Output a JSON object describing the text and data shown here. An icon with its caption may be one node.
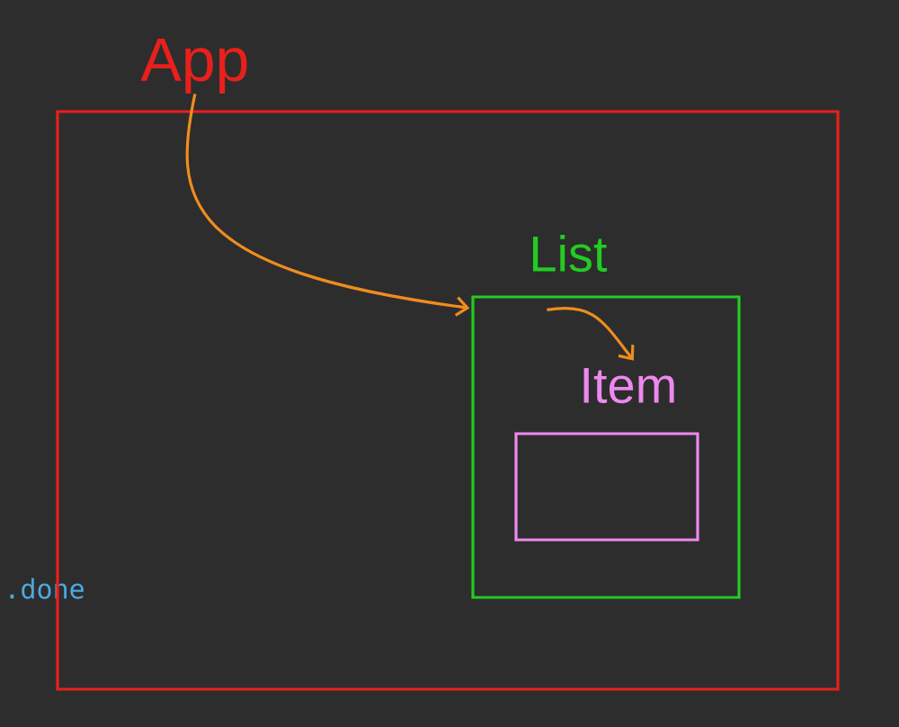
{
  "diagram": {
    "nodes": [
      {
        "text": [
          "App"
        ]
      },
      {
        "text": [
          "List"
        ],
        "in": 0
      },
      {
        "text": [
          "Item"
        ],
        "in": 1
      }
    ],
    "edges": [
      {
        "from": 0,
        "to": 1,
        "arrow": "to"
      },
      {
        "from": 1,
        "to": 2,
        "arrow": "to"
      }
    ],
    "labels": [
      ".done"
    ]
  }
}
